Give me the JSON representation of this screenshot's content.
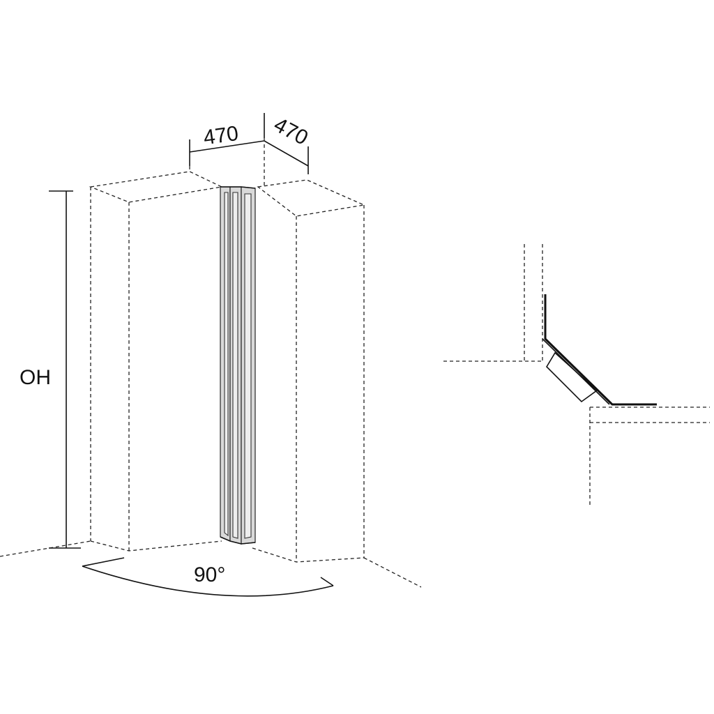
{
  "dimensions": {
    "width_left": "470",
    "width_right": "470",
    "height": "OH",
    "angle": "90°"
  },
  "colors": {
    "line": "#111111",
    "panel_fill": "#d9d9d9",
    "panel_light": "#eeeeee",
    "background": "#ffffff"
  }
}
